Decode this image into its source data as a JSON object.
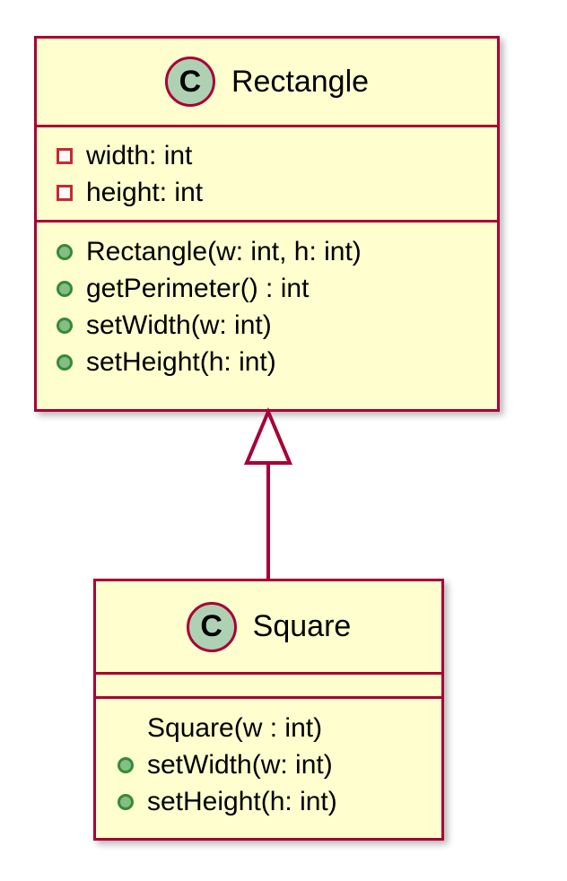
{
  "diagram": {
    "type": "uml-class-diagram",
    "background_color": "#FFFFFF",
    "palette": {
      "class_fill": "#FEFECE",
      "class_border": "#A80036",
      "icon_fill": "#ADD1B2",
      "private_marker": "#C82930",
      "public_marker": "#84BE84",
      "public_marker_border": "#38883C",
      "text": "#000000"
    }
  },
  "classes": [
    {
      "id": "rectangle",
      "name": "Rectangle",
      "stereotype_icon": "C",
      "icon_name": "class-icon",
      "attributes": [
        {
          "visibility": "private",
          "marker": "square",
          "text": "width: int"
        },
        {
          "visibility": "private",
          "marker": "square",
          "text": "height: int"
        }
      ],
      "methods": [
        {
          "visibility": "public",
          "marker": "circle",
          "text": "Rectangle(w: int, h: int)"
        },
        {
          "visibility": "public",
          "marker": "circle",
          "text": "getPerimeter() : int"
        },
        {
          "visibility": "public",
          "marker": "circle",
          "text": "setWidth(w: int)"
        },
        {
          "visibility": "public",
          "marker": "circle",
          "text": "setHeight(h: int)"
        }
      ]
    },
    {
      "id": "square",
      "name": "Square",
      "stereotype_icon": "C",
      "icon_name": "class-icon",
      "attributes": [],
      "methods": [
        {
          "visibility": "none",
          "marker": "none",
          "text": "Square(w : int)"
        },
        {
          "visibility": "public",
          "marker": "circle",
          "text": "setWidth(w: int)"
        },
        {
          "visibility": "public",
          "marker": "circle",
          "text": "setHeight(h: int)"
        }
      ]
    }
  ],
  "relationships": [
    {
      "id": "square-extends-rectangle",
      "type": "generalization",
      "label": "",
      "from": "Square",
      "to": "Rectangle",
      "arrow_style": "hollow-triangle",
      "line_style": "solid"
    }
  ]
}
